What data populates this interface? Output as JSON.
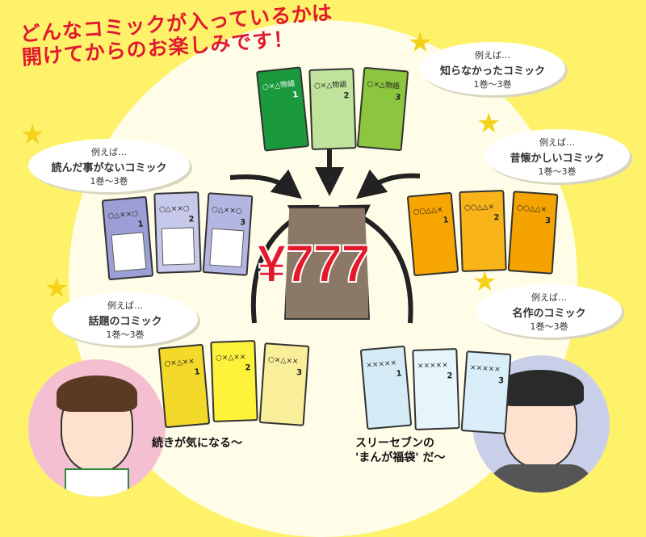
{
  "headline": {
    "line1": "どんなコミックが入っているかは",
    "line2": "開けてからのお楽しみです！"
  },
  "price": "¥777",
  "bubbles": [
    {
      "intro": "例えば…",
      "title": "知らなかったコミック",
      "range": "1巻〜3巻"
    },
    {
      "intro": "例えば…",
      "title": "読んだ事がないコミック",
      "range": "1巻〜3巻"
    },
    {
      "intro": "例えば…",
      "title": "昔懐かしいコミック",
      "range": "1巻〜3巻"
    },
    {
      "intro": "例えば…",
      "title": "話題のコミック",
      "range": "1巻〜3巻"
    },
    {
      "intro": "例えば…",
      "title": "名作のコミック",
      "range": "1巻〜3巻"
    }
  ],
  "books": {
    "green": {
      "title": "○×△物語",
      "nums": [
        "1",
        "2",
        "3"
      ],
      "colors": [
        "#1a9a3c",
        "#bfe39a",
        "#8cc63f"
      ]
    },
    "purple": {
      "title": "○△××○",
      "nums": [
        "1",
        "2",
        "3"
      ],
      "colors": [
        "#9c9fd6",
        "#c7c9ea",
        "#b3b6e0"
      ]
    },
    "orange": {
      "title": "○○△△×",
      "nums": [
        "1",
        "2",
        "3"
      ],
      "colors": [
        "#f7a500",
        "#f9b41a",
        "#f5a300"
      ]
    },
    "yellow": {
      "title": "○×△××",
      "nums": [
        "1",
        "2",
        "3"
      ],
      "colors": [
        "#f3d92a",
        "#fff23a",
        "#f9ef9a"
      ]
    },
    "blue": {
      "title": "×××××",
      "nums": [
        "1",
        "2",
        "3"
      ],
      "colors": [
        "#d5ecf7",
        "#e6f4fb",
        "#d9eef8"
      ]
    }
  },
  "speech": {
    "girl": "続きが気になる〜",
    "boy_line1": "スリーセブンの",
    "boy_line2": "'まんが福袋' だ〜"
  },
  "colors": {
    "background": "#fef26a",
    "accent": "#e0192f",
    "ellipse": "#fffde8"
  }
}
